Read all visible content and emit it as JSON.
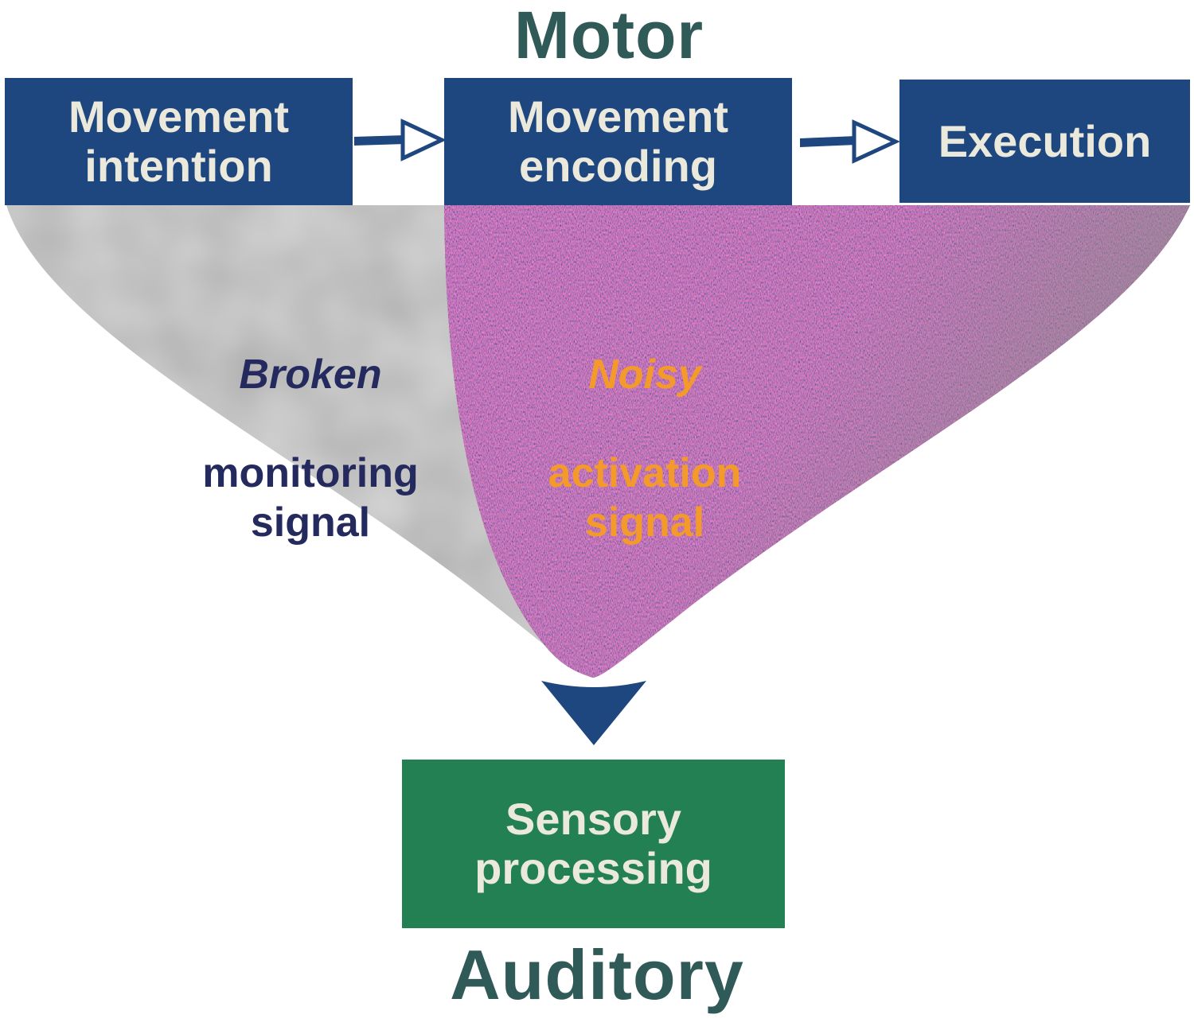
{
  "diagram": {
    "top_heading": "Motor",
    "bottom_heading": "Auditory",
    "boxes": {
      "movement_intention": "Movement\nintention",
      "movement_encoding": "Movement\nencoding",
      "execution": "Execution",
      "sensory_processing": "Sensory\nprocessing"
    },
    "broken_signal": {
      "emphasis": "Broken",
      "rest": "monitoring\nsignal",
      "color": "#252a5e"
    },
    "noisy_signal": {
      "emphasis": "Noisy",
      "rest": "activation\nsignal",
      "color": "#f39a2a"
    },
    "colors": {
      "motor_box": "#1f477f",
      "sensory_box": "#228052",
      "heading": "#2f5a58",
      "funnel_gray": "#8a8a8a",
      "noise_base": "#b0305e"
    }
  }
}
